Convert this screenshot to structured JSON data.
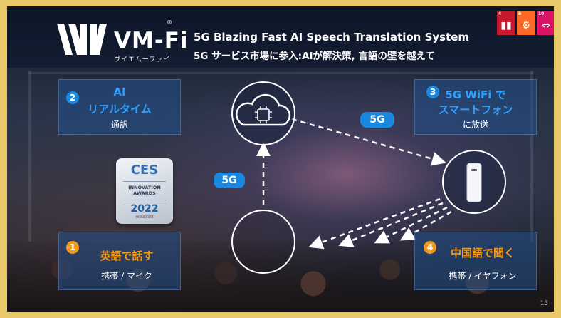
{
  "logo": {
    "name": "VM-Fi",
    "sub": "ヴイエムーファイ",
    "reg": "®"
  },
  "header": {
    "title_en": "5G Blazing Fast AI Speech Translation System",
    "title_jp": "5G サービス市場に参入:AIが解決策, 言語の壁を越えて"
  },
  "sdgs": [
    {
      "num": "4",
      "icon": "education-icon",
      "color": "#c5192d"
    },
    {
      "num": "9",
      "icon": "industry-icon",
      "color": "#fd6925"
    },
    {
      "num": "10",
      "icon": "equality-icon",
      "color": "#dd1367"
    }
  ],
  "steps": [
    {
      "num": "1",
      "title": "英語で話す",
      "sub": "携帯 / マイク",
      "badge_color": "#f39a1c"
    },
    {
      "num": "2",
      "title_line1": "AI",
      "title_line2": "リアルタイム",
      "sub": "通訳",
      "badge_color": "#1b88e0"
    },
    {
      "num": "3",
      "title_line1": "5G WiFi で",
      "title_line2": "スマートフォン",
      "sub": "に放送",
      "badge_color": "#1b88e0"
    },
    {
      "num": "4",
      "title": "中国語で聞く",
      "sub": "携帯 / イヤフォン",
      "badge_color": "#f39a1c"
    }
  ],
  "labels": {
    "fiveg_top": "5G",
    "fiveg_left": "5G"
  },
  "ces": {
    "logo": "CES",
    "line1": "INNOVATION",
    "line2": "AWARDS",
    "year": "2022",
    "honoree": "HONOREE"
  },
  "page_number": "15",
  "colors": {
    "accent_blue": "#1b88e0",
    "accent_orange": "#f39a1c",
    "frame": "#e9c86a"
  }
}
